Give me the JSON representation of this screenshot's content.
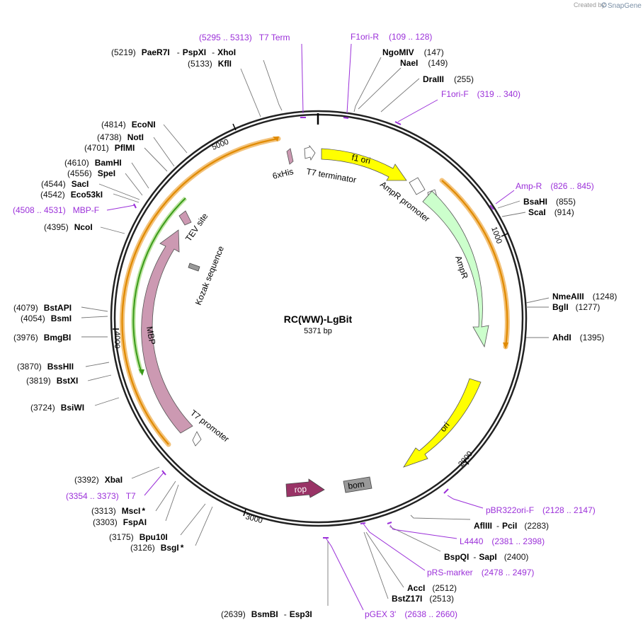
{
  "credit": {
    "prefix": "Created by",
    "brand": "SnapGene"
  },
  "plasmid": {
    "name": "RC(WW)-LgBit",
    "size": "5371 bp"
  },
  "ticks": [
    "1000",
    "2000",
    "3000",
    "4000",
    "5000"
  ],
  "features": {
    "f1_ori": "f1 ori",
    "ampr_promoter": "AmpR promoter",
    "ampr": "AmpR",
    "ori": "ori",
    "bom": "bom",
    "rop": "rop",
    "t7_promoter": "T7 promoter",
    "mbp": "MBP",
    "kozak": "Kozak sequence",
    "tev": "TEV site",
    "his6": "6xHis",
    "t7_terminator": "T7 terminator"
  },
  "sites": [
    {
      "pos": "(5219)",
      "name": "PaeR7I",
      "sep": "-",
      "name2": "PspXI",
      "sep2": "-",
      "name3": "XhoI"
    },
    {
      "pos": "(5133)",
      "name": "KflI"
    },
    {
      "pos": "(147)",
      "name": "NgoMIV"
    },
    {
      "pos": "(149)",
      "name": "NaeI"
    },
    {
      "pos": "(255)",
      "name": "DraIII"
    },
    {
      "pos": "(855)",
      "name": "BsaHI"
    },
    {
      "pos": "(914)",
      "name": "ScaI"
    },
    {
      "pos": "(1248)",
      "name": "NmeAIII"
    },
    {
      "pos": "(1277)",
      "name": "BglI"
    },
    {
      "pos": "(1395)",
      "name": "AhdI"
    },
    {
      "pos": "(2283)",
      "name": "AflIII",
      "sep": "-",
      "name2": "PciI"
    },
    {
      "pos": "(2400)",
      "name": "BspQI",
      "sep": "-",
      "name2": "SapI"
    },
    {
      "pos": "(2512)",
      "name": "AccI"
    },
    {
      "pos": "(2513)",
      "name": "BstZ17I"
    },
    {
      "pos": "(2639)",
      "name": "BsmBI",
      "sep": "-",
      "name2": "Esp3I"
    },
    {
      "pos": "(3126)",
      "name": "BsgI",
      "star": "*"
    },
    {
      "pos": "(3175)",
      "name": "Bpu10I"
    },
    {
      "pos": "(3303)",
      "name": "FspAI"
    },
    {
      "pos": "(3313)",
      "name": "MscI",
      "star": "*"
    },
    {
      "pos": "(3392)",
      "name": "XbaI"
    },
    {
      "pos": "(3724)",
      "name": "BsiWI"
    },
    {
      "pos": "(3819)",
      "name": "BstXI"
    },
    {
      "pos": "(3870)",
      "name": "BssHII"
    },
    {
      "pos": "(3976)",
      "name": "BmgBI"
    },
    {
      "pos": "(4054)",
      "name": "BsmI"
    },
    {
      "pos": "(4079)",
      "name": "BstAPI"
    },
    {
      "pos": "(4395)",
      "name": "NcoI"
    },
    {
      "pos": "(4542)",
      "name": "Eco53kI"
    },
    {
      "pos": "(4544)",
      "name": "SacI"
    },
    {
      "pos": "(4556)",
      "name": "SpeI"
    },
    {
      "pos": "(4610)",
      "name": "BamHI"
    },
    {
      "pos": "(4701)",
      "name": "PflMI"
    },
    {
      "pos": "(4738)",
      "name": "NotI"
    },
    {
      "pos": "(4814)",
      "name": "EcoNI"
    }
  ],
  "primers": [
    {
      "name": "T7 Term",
      "range": "(5295 .. 5313)"
    },
    {
      "name": "F1ori-R",
      "range": "(109 .. 128)"
    },
    {
      "name": "F1ori-F",
      "range": "(319 .. 340)"
    },
    {
      "name": "Amp-R",
      "range": "(826 .. 845)"
    },
    {
      "name": "pBR322ori-F",
      "range": "(2128 .. 2147)"
    },
    {
      "name": "L4440",
      "range": "(2381 .. 2398)"
    },
    {
      "name": "pRS-marker",
      "range": "(2478 .. 2497)"
    },
    {
      "name": "pGEX 3'",
      "range": "(2638 .. 2660)"
    },
    {
      "name": "T7",
      "range": "(3354 .. 3373)"
    },
    {
      "name": "MBP-F",
      "range": "(4508 .. 4531)"
    }
  ],
  "colors": {
    "backbone": "#222222",
    "yellow": "#ffff00",
    "green_light": "#ccffcc",
    "mauve": "#cc99b2",
    "rop": "#993366",
    "bom": "#999999",
    "primer": "#9b30d9",
    "orf_orange": "#f0a030",
    "orf_green": "#66bb33"
  }
}
